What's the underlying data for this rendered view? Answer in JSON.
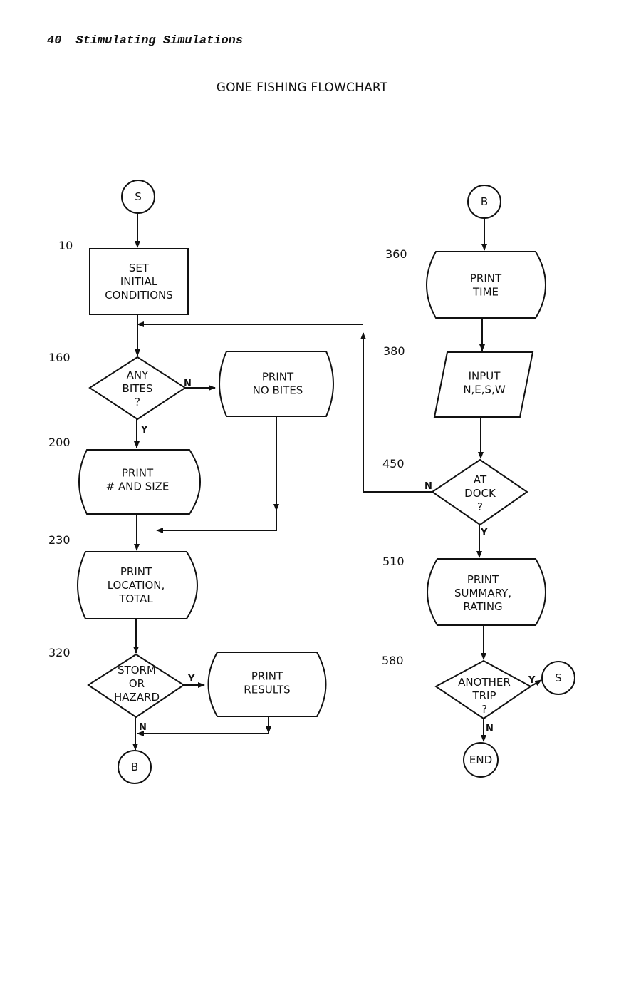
{
  "header": {
    "page_number": "40",
    "book_title": "Stimulating Simulations"
  },
  "title": "GONE FISHING FLOWCHART",
  "line_numbers": {
    "n10": "10",
    "n160": "160",
    "n200": "200",
    "n230": "230",
    "n320": "320",
    "n360": "360",
    "n380": "380",
    "n450": "450",
    "n510": "510",
    "n580": "580"
  },
  "nodes": {
    "start": [
      "S"
    ],
    "set_initial": [
      "SET",
      "INITIAL",
      "CONDITIONS"
    ],
    "any_bites": [
      "ANY",
      "BITES",
      "?"
    ],
    "print_no_bites": [
      "PRINT",
      "NO BITES"
    ],
    "print_number_size": [
      "PRINT",
      "# AND SIZE"
    ],
    "print_location_total": [
      "PRINT",
      "LOCATION,",
      "TOTAL"
    ],
    "storm_or_hazard": [
      "STORM",
      "OR",
      "HAZARD"
    ],
    "print_results": [
      "PRINT",
      "RESULTS"
    ],
    "connector_b_out": [
      "B"
    ],
    "connector_b_in": [
      "B"
    ],
    "print_time": [
      "PRINT",
      "TIME"
    ],
    "input_nesw": [
      "INPUT",
      "N,E,S,W"
    ],
    "at_dock": [
      "AT",
      "DOCK",
      "?"
    ],
    "print_summary": [
      "PRINT",
      "SUMMARY,",
      "RATING"
    ],
    "another_trip": [
      "ANOTHER",
      "TRIP",
      "?"
    ],
    "connector_s_out": [
      "S"
    ],
    "end": [
      "END"
    ]
  },
  "branch_labels": {
    "bites_n": "N",
    "bites_y": "Y",
    "storm_y": "Y",
    "storm_n": "N",
    "dock_n": "N",
    "dock_y": "Y",
    "trip_y": "Y",
    "trip_n": "N"
  }
}
